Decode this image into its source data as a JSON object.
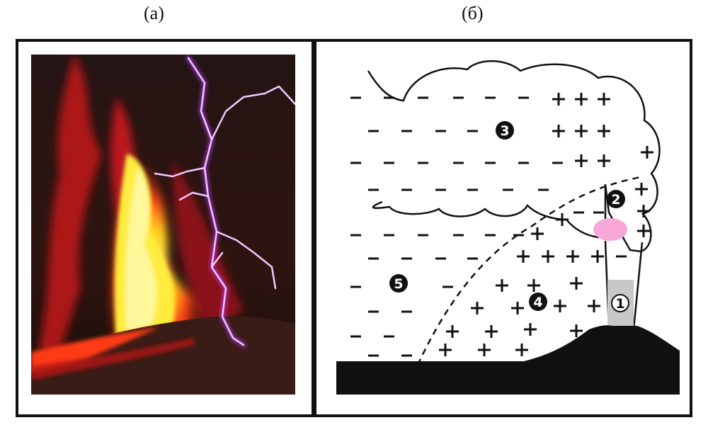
{
  "captions": {
    "a": "(а)",
    "b": "(б)"
  },
  "diagram": {
    "region_labels": [
      "1",
      "2",
      "3",
      "4",
      "5"
    ]
  },
  "colors": {
    "ground": "#111111",
    "conduit": "#c8c8c8",
    "lightning": "#e98bff",
    "lava": "#ffe63a",
    "hot_spot": "#f7a8d8"
  }
}
